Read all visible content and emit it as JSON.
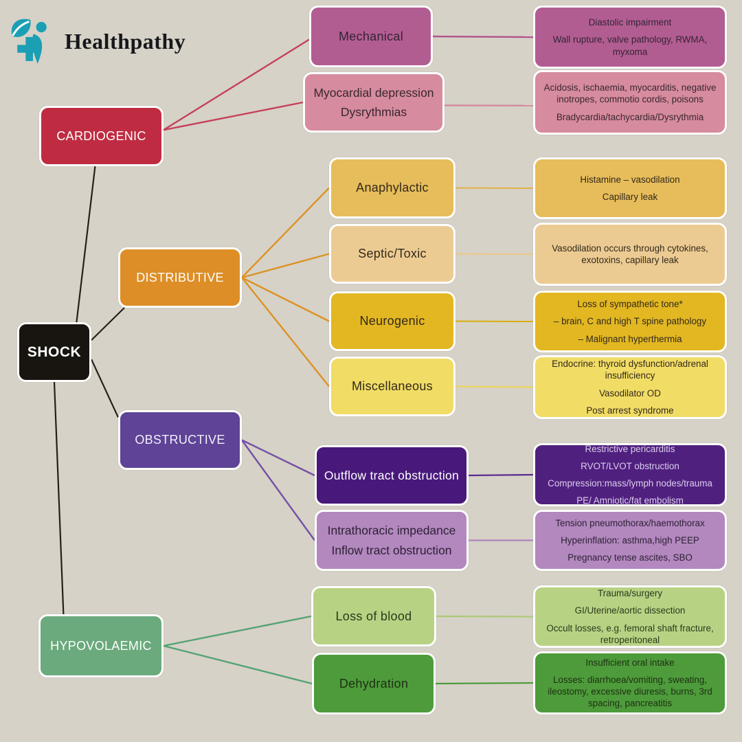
{
  "brand": {
    "name": "Healthpathy",
    "icon": "cross-leaf-person",
    "color": "#1b9fb4",
    "text_color": "#17181c"
  },
  "background": "#d6d2c7",
  "palette": {
    "black": {
      "bg": "#18140f",
      "fg": "#ffffff"
    },
    "red": {
      "bg": "#bf2c42",
      "fg": "#ffffff"
    },
    "mauve": {
      "bg": "#b25d92",
      "fg": "#342334"
    },
    "pink": {
      "bg": "#d68b9e",
      "fg": "#3a2730"
    },
    "orange": {
      "bg": "#dd8e26",
      "fg": "#ffffff"
    },
    "gold": {
      "bg": "#e7bd5b",
      "fg": "#33291a"
    },
    "tan": {
      "bg": "#eccb93",
      "fg": "#33291a"
    },
    "yellow": {
      "bg": "#e2b722",
      "fg": "#33291a"
    },
    "paleyellow": {
      "bg": "#f1dc66",
      "fg": "#33291a"
    },
    "purple": {
      "bg": "#5e4397",
      "fg": "#f3eff8"
    },
    "darkpurple": {
      "bg": "#48197b",
      "fg": "#ffffff"
    },
    "darkpurple_detail": {
      "bg": "#50207f",
      "fg": "#dbcfec"
    },
    "lilac": {
      "bg": "#b288bf",
      "fg": "#2f2135"
    },
    "seagreen": {
      "bg": "#6aaa7c",
      "fg": "#ffffff"
    },
    "lightgreen": {
      "bg": "#b8d284",
      "fg": "#2b3a1b"
    },
    "green": {
      "bg": "#4e9b3c",
      "fg": "#1c3110"
    }
  },
  "nodes": {
    "shock": {
      "label": "SHOCK"
    },
    "cardiogenic": {
      "label": "CARDIOGENIC"
    },
    "mechanical": {
      "label": "Mechanical"
    },
    "mech_detail": {
      "lines": [
        "Diastolic impairment",
        "Wall rupture, valve pathology, RWMA, myxoma"
      ]
    },
    "myocardial": {
      "lines": [
        "Myocardial depression",
        "Dysrythmias"
      ]
    },
    "myo_detail": {
      "lines": [
        "Acidosis, ischaemia, myocarditis, negative inotropes, commotio cordis, poisons",
        "Bradycardia/tachycardia/Dysrythmia"
      ]
    },
    "distributive": {
      "label": "DISTRIBUTIVE"
    },
    "anaphylactic": {
      "label": "Anaphylactic"
    },
    "ana_detail": {
      "lines": [
        "Histamine – vasodilation",
        "Capillary leak"
      ]
    },
    "septic": {
      "label": "Septic/Toxic"
    },
    "sep_detail": {
      "lines": [
        "Vasodilation occurs through cytokines, exotoxins, capillary leak"
      ]
    },
    "neurogenic": {
      "label": "Neurogenic"
    },
    "neu_detail": {
      "lines": [
        "Loss of sympathetic tone*",
        "– brain, C and high T spine pathology",
        "– Malignant hyperthermia"
      ]
    },
    "miscellaneous": {
      "label": "Miscellaneous"
    },
    "misc_detail": {
      "lines": [
        "Endocrine: thyroid dysfunction/adrenal insufficiency",
        "Vasodilator OD",
        "Post arrest syndrome"
      ]
    },
    "obstructive": {
      "label": "OBSTRUCTIVE"
    },
    "outflow": {
      "label": "Outflow tract obstruction"
    },
    "out_detail": {
      "lines": [
        "Restrictive pericarditis",
        "RVOT/LVOT obstruction",
        "Compression:mass/lymph nodes/trauma",
        "PE/ Amniotic/fat embolism"
      ]
    },
    "intrathoracic": {
      "lines": [
        "Intrathoracic impedance",
        "Inflow tract obstruction"
      ]
    },
    "intra_detail": {
      "lines": [
        "Tension pneumothorax/haemothorax",
        "Hyperinflation: asthma,high PEEP",
        "Pregnancy tense ascites, SBO"
      ]
    },
    "hypovolaemic": {
      "label": "HYPOVOLAEMIC"
    },
    "loss_blood": {
      "label": "Loss of blood"
    },
    "lb_detail": {
      "lines": [
        "Trauma/surgery",
        "GI/Uterine/aortic dissection",
        "Occult losses, e.g. femoral shaft fracture, retroperitoneal"
      ]
    },
    "dehydration": {
      "label": "Dehydration"
    },
    "deh_detail": {
      "lines": [
        "Insufficient oral intake",
        "Losses: diarrhoea/vomiting, sweating, ileostomy, excessive diuresis, burns, 3rd spacing, pancreatitis"
      ]
    }
  },
  "edges": [
    {
      "from": "shock",
      "to": "cardiogenic",
      "color": "#23201b",
      "w": 2.2,
      "fa": [
        0.8,
        0.0
      ],
      "ta": [
        0.45,
        1.0
      ]
    },
    {
      "from": "shock",
      "to": "distributive",
      "color": "#23201b",
      "w": 2.2,
      "fa": [
        1.0,
        0.3
      ],
      "ta": [
        0.05,
        1.0
      ]
    },
    {
      "from": "shock",
      "to": "obstructive",
      "color": "#23201b",
      "w": 2.2,
      "fa": [
        1.0,
        0.62
      ],
      "ta": [
        0.0,
        0.12
      ]
    },
    {
      "from": "shock",
      "to": "hypovolaemic",
      "color": "#23201b",
      "w": 2.2,
      "fa": [
        0.5,
        1.0
      ],
      "ta": [
        0.2,
        0.0
      ]
    },
    {
      "from": "cardiogenic",
      "to": "mechanical",
      "color": "#c54059",
      "w": 2.4,
      "fa": [
        1.0,
        0.4
      ],
      "ta": [
        0.0,
        0.55
      ]
    },
    {
      "from": "cardiogenic",
      "to": "myocardial",
      "color": "#c54059",
      "w": 2.4,
      "fa": [
        1.0,
        0.4
      ],
      "ta": [
        0.0,
        0.5
      ]
    },
    {
      "from": "mechanical",
      "to": "mech_detail",
      "color": "#b0538b",
      "w": 2.4,
      "fa": [
        1.0,
        0.5
      ],
      "ta": [
        0.0,
        0.5
      ]
    },
    {
      "from": "myocardial",
      "to": "myo_detail",
      "color": "#d4849a",
      "w": 2.2,
      "fa": [
        1.0,
        0.55
      ],
      "ta": [
        0.0,
        0.55
      ]
    },
    {
      "from": "distributive",
      "to": "anaphylactic",
      "color": "#dc9226",
      "w": 2.4,
      "fa": [
        1.0,
        0.5
      ],
      "ta": [
        0.0,
        0.5
      ]
    },
    {
      "from": "distributive",
      "to": "septic",
      "color": "#dc9226",
      "w": 2.4,
      "fa": [
        1.0,
        0.5
      ],
      "ta": [
        0.0,
        0.5
      ]
    },
    {
      "from": "distributive",
      "to": "neurogenic",
      "color": "#dc9226",
      "w": 2.4,
      "fa": [
        1.0,
        0.5
      ],
      "ta": [
        0.0,
        0.5
      ]
    },
    {
      "from": "distributive",
      "to": "miscellaneous",
      "color": "#dc9226",
      "w": 2.4,
      "fa": [
        1.0,
        0.5
      ],
      "ta": [
        0.0,
        0.5
      ]
    },
    {
      "from": "anaphylactic",
      "to": "ana_detail",
      "color": "#e2b14a",
      "w": 2,
      "fa": [
        1.0,
        0.5
      ],
      "ta": [
        0.0,
        0.5
      ]
    },
    {
      "from": "septic",
      "to": "sep_detail",
      "color": "#eac88a",
      "w": 2,
      "fa": [
        1.0,
        0.5
      ],
      "ta": [
        0.0,
        0.5
      ]
    },
    {
      "from": "neurogenic",
      "to": "neu_detail",
      "color": "#d8ad12",
      "w": 2,
      "fa": [
        1.0,
        0.5
      ],
      "ta": [
        0.0,
        0.5
      ]
    },
    {
      "from": "miscellaneous",
      "to": "misc_detail",
      "color": "#ecd54e",
      "w": 2,
      "fa": [
        1.0,
        0.5
      ],
      "ta": [
        0.0,
        0.5
      ]
    },
    {
      "from": "obstructive",
      "to": "outflow",
      "color": "#7450a5",
      "w": 2.4,
      "fa": [
        1.0,
        0.5
      ],
      "ta": [
        0.0,
        0.5
      ]
    },
    {
      "from": "obstructive",
      "to": "intrathoracic",
      "color": "#7450a5",
      "w": 2.4,
      "fa": [
        1.0,
        0.5
      ],
      "ta": [
        0.0,
        0.5
      ]
    },
    {
      "from": "outflow",
      "to": "out_detail",
      "color": "#5b2a8e",
      "w": 2.2,
      "fa": [
        1.0,
        0.5
      ],
      "ta": [
        0.0,
        0.5
      ]
    },
    {
      "from": "intrathoracic",
      "to": "intra_detail",
      "color": "#b084bd",
      "w": 2.2,
      "fa": [
        1.0,
        0.5
      ],
      "ta": [
        0.0,
        0.5
      ]
    },
    {
      "from": "hypovolaemic",
      "to": "loss_blood",
      "color": "#55a273",
      "w": 2.4,
      "fa": [
        1.0,
        0.5
      ],
      "ta": [
        0.0,
        0.5
      ]
    },
    {
      "from": "hypovolaemic",
      "to": "dehydration",
      "color": "#55a273",
      "w": 2.4,
      "fa": [
        1.0,
        0.5
      ],
      "ta": [
        0.0,
        0.5
      ]
    },
    {
      "from": "loss_blood",
      "to": "lb_detail",
      "color": "#abc975",
      "w": 2.2,
      "fa": [
        1.0,
        0.5
      ],
      "ta": [
        0.0,
        0.5
      ]
    },
    {
      "from": "dehydration",
      "to": "deh_detail",
      "color": "#4f9c3d",
      "w": 2.2,
      "fa": [
        1.0,
        0.5
      ],
      "ta": [
        0.0,
        0.5
      ]
    }
  ]
}
